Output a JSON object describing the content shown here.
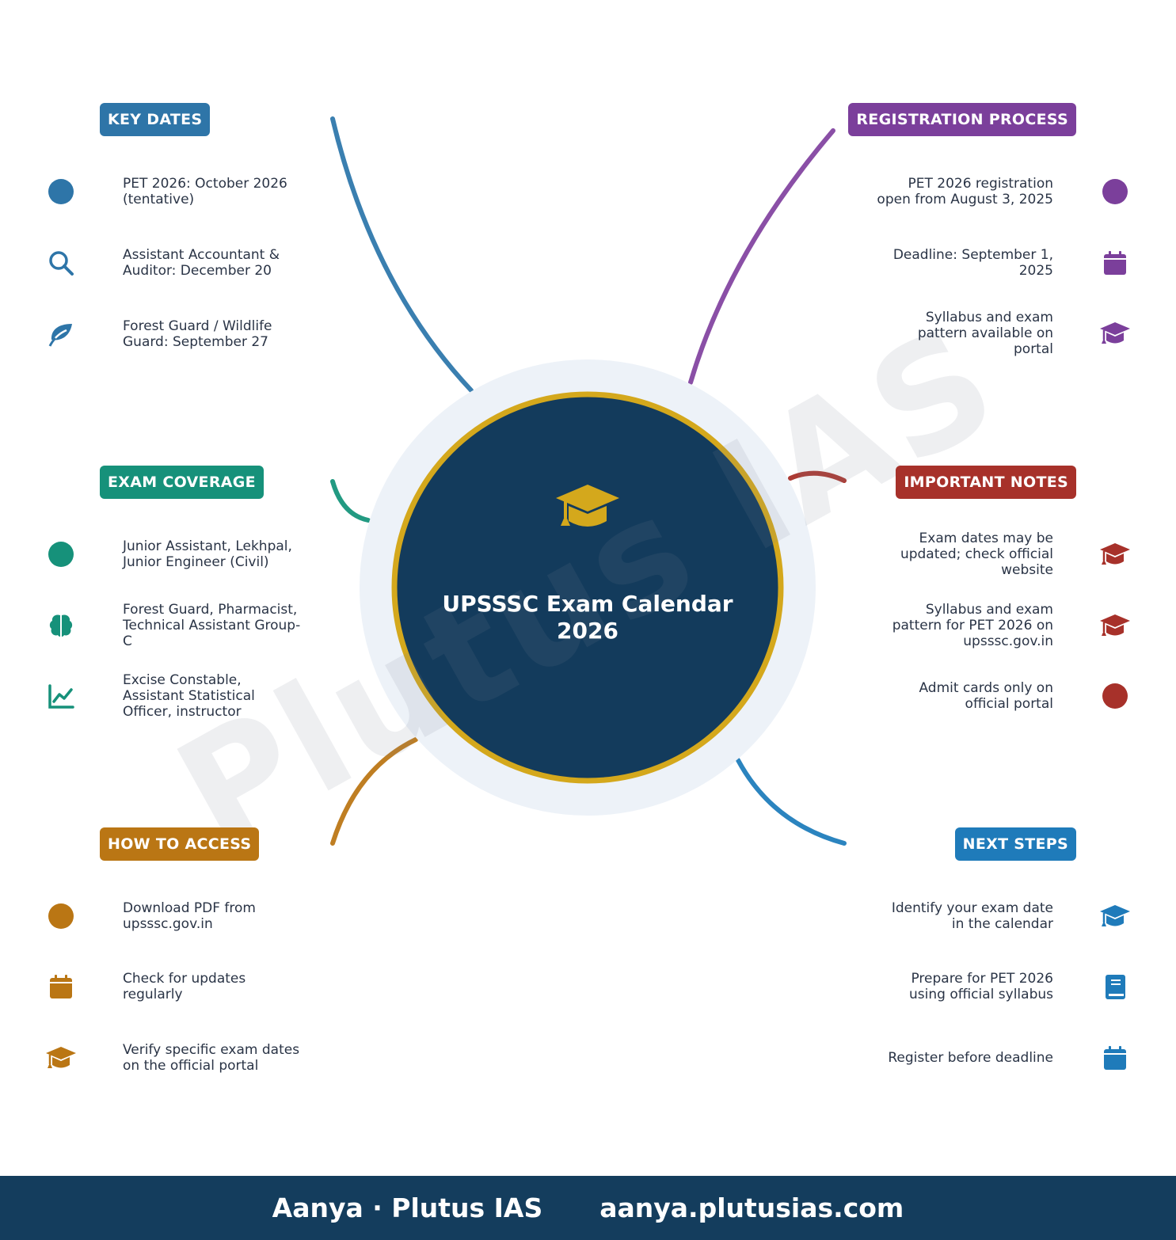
{
  "center": {
    "title": "UPSSSC Exam Calendar 2026",
    "icon": "graduation-cap-icon"
  },
  "watermark": "Plutus IAS",
  "branches": [
    {
      "id": "key-dates",
      "side": "left",
      "label": "KEY DATES",
      "color": "#2e75a8",
      "items": [
        {
          "text": "PET 2026: October 2026 (tentative)",
          "icon": "circle-icon"
        },
        {
          "text": "Assistant Accountant & Auditor: December 20",
          "icon": "search-icon"
        },
        {
          "text": "Forest Guard / Wildlife Guard: September 27",
          "icon": "leaf-icon"
        }
      ]
    },
    {
      "id": "exam-coverage",
      "side": "left",
      "label": "EXAM COVERAGE",
      "color": "#16917a",
      "items": [
        {
          "text": "Junior Assistant, Lekhpal, Junior Engineer (Civil)",
          "icon": "circle-icon"
        },
        {
          "text": "Forest Guard, Pharmacist, Technical Assistant Group-C",
          "icon": "brain-icon"
        },
        {
          "text": "Excise Constable, Assistant Statistical Officer, instructor",
          "icon": "chart-line-icon"
        }
      ]
    },
    {
      "id": "how-to-access",
      "side": "left",
      "label": "HOW TO ACCESS",
      "color": "#ba7614",
      "items": [
        {
          "text": "Download PDF from upsssc.gov.in",
          "icon": "circle-icon"
        },
        {
          "text": "Check for updates regularly",
          "icon": "calendar-icon"
        },
        {
          "text": "Verify specific exam dates on the official portal",
          "icon": "graduation-cap-icon"
        }
      ]
    },
    {
      "id": "registration-process",
      "side": "right",
      "label": "REGISTRATION PROCESS",
      "color": "#7b3f9b",
      "items": [
        {
          "text": "PET 2026 registration open from August 3, 2025",
          "icon": "circle-icon"
        },
        {
          "text": "Deadline: September 1, 2025",
          "icon": "calendar-icon"
        },
        {
          "text": "Syllabus and exam pattern available on portal",
          "icon": "graduation-cap-icon"
        }
      ]
    },
    {
      "id": "important-notes",
      "side": "right",
      "label": "IMPORTANT NOTES",
      "color": "#a7312a",
      "items": [
        {
          "text": "Exam dates may be updated; check official website",
          "icon": "graduation-cap-icon"
        },
        {
          "text": "Syllabus and exam pattern for PET 2026 on upsssc.gov.in",
          "icon": "graduation-cap-icon"
        },
        {
          "text": "Admit cards only on official portal",
          "icon": "circle-icon"
        }
      ]
    },
    {
      "id": "next-steps",
      "side": "right",
      "label": "NEXT STEPS",
      "color": "#1f7bba",
      "items": [
        {
          "text": "Identify your exam date in the calendar",
          "icon": "graduation-cap-icon"
        },
        {
          "text": "Prepare for PET 2026 using official syllabus",
          "icon": "book-icon"
        },
        {
          "text": "Register before deadline",
          "icon": "calendar-icon"
        }
      ]
    }
  ],
  "colors": {
    "center_fill": "#133b5c",
    "center_ring": "#d4a81c",
    "halo": "#edf2f8",
    "footer_bg": "#143d5d",
    "text": "#2a3446"
  },
  "footer": {
    "author": "Aanya · Plutus IAS",
    "site": "aanya.plutusias.com"
  }
}
